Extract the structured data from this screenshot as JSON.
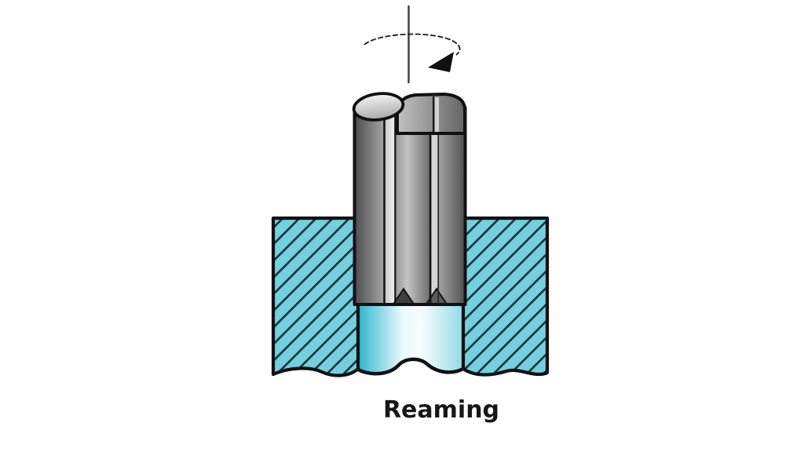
{
  "figure": {
    "caption": "Reaming",
    "subject": "reaming-machining-operation",
    "parts": {
      "tool": "reamer",
      "rotation_indicator": "rotation axis with circular arrow",
      "workpiece": "cross-sectioned workpiece with reamed hole"
    }
  },
  "colors": {
    "background": "#FFFFFF",
    "workpiece_fill": "#74CFDE",
    "hatch_line": "#17343C",
    "outline_black": "#111111",
    "tool_dark_gray": "#4E4E4E",
    "tool_light_gray": "#F1F1F1",
    "hole_left": "#2FB3CC",
    "hole_center": "#F7FDFE",
    "hole_right": "#8FD9E6",
    "caption_text": "#171717",
    "arrow_line": "#1C1C1C"
  }
}
